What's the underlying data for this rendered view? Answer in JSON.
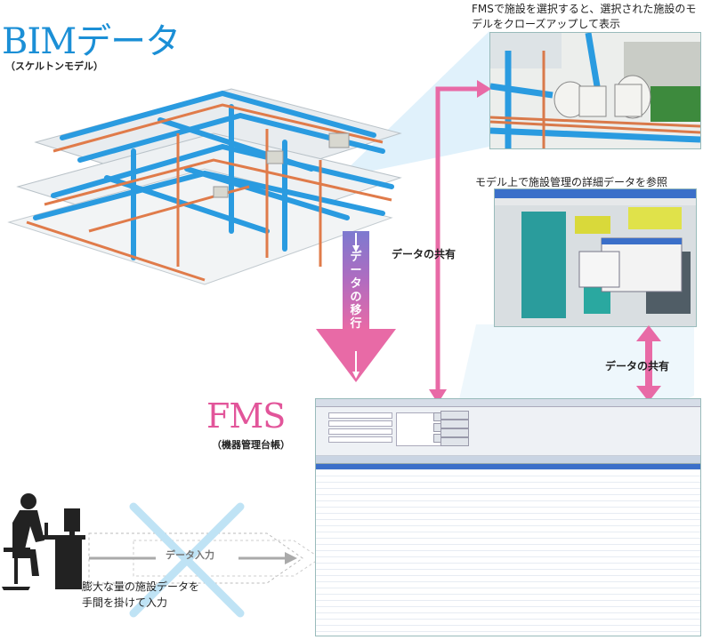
{
  "bim": {
    "title": "BIMデータ",
    "subtitle": "（スケルトンモデル）"
  },
  "fms": {
    "title": "FMS",
    "subtitle": "（機器管理台帳）"
  },
  "captions": {
    "closeup": "FMSで施設を選択すると、選択された施設のモデルをクローズアップして表示",
    "detail": "モデル上で施設管理の詳細データを参照"
  },
  "flows": {
    "share_1": "データの共有",
    "share_2": "データの共有",
    "migration": "データの移行",
    "manual_input": "データ入力"
  },
  "manual_note": {
    "line1": "膨大な量の施設データを",
    "line2": "手間を掛けて入力"
  },
  "colors": {
    "bim_blue": "#1b8fd6",
    "fms_pink": "#e2559a",
    "arrow_pink": "#e86aa6",
    "arrow_purple": "#8a74c9",
    "cross_blue": "#bfe3f5",
    "projection": "#d9eef8"
  }
}
